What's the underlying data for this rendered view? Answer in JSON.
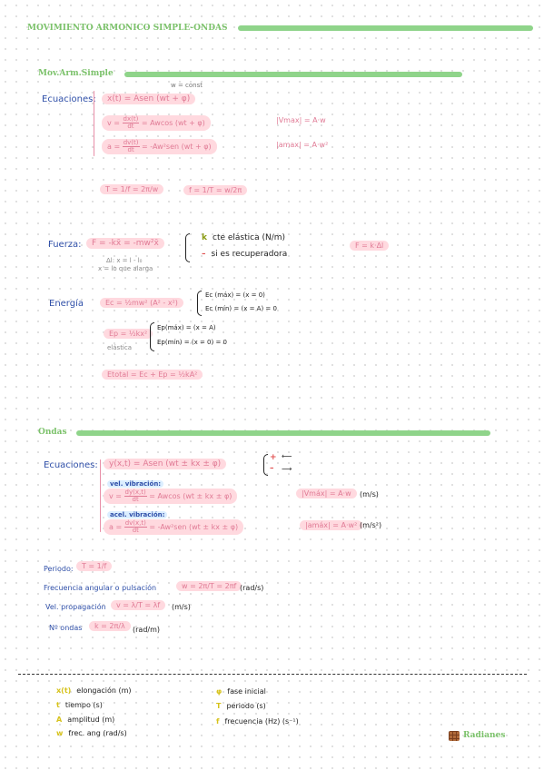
{
  "header": {
    "title": "MOVIMIENTO ARMONICO SIMPLE-ONDAS"
  },
  "mas": {
    "title": "Mov.Arm.Simple",
    "w_const": "w = const",
    "eq_label": "Ecuaciones:",
    "eq_x": "x(t) = Asen (wt + φ)",
    "eq_v_left": "v =",
    "eq_v_num": "dx(t)",
    "eq_v_den": "dt",
    "eq_v_right": "= Awcos (wt + φ)",
    "eq_vmax": "|Vmax| = A·w",
    "eq_a_left": "a =",
    "eq_a_num": "dv(t)",
    "eq_a_den": "dt",
    "eq_a_right": "= -Aw²sen (wt + φ)",
    "eq_amax": "|amax| = A·w²",
    "period": "T = 1/f = 2π/w",
    "freq": "f = 1/T = w/2π",
    "force_label": "Fuerza:",
    "force_eq": "F = -kx̄ = -mw²x̄",
    "force_note1": "Δl: x = l - l₀",
    "force_note2": "x = lo que alarga",
    "force_k_sym": "k",
    "force_k_text": "cte elástica (N/m)",
    "force_minus_sym": "–",
    "force_minus_text": "si es recuperadora",
    "force_alt": "F = k·Δl",
    "energy_label": "Energía",
    "ec_eq": "Ec = ½mw² (A² - x²)",
    "ec_max": "Ec (máx) = (x = 0)",
    "ec_min": "Ec (mín) = (x = A) = 0",
    "ep_eq": "Ep = ½kx²",
    "ep_note": "elástica",
    "ep_max": "Ep(máx) = (x = A)",
    "ep_min": "Ep(mín) = (x = 0) = 0",
    "etotal": "Etotal = Ec + Ep = ½kA²"
  },
  "ondas": {
    "title": "Ondas",
    "eq_label": "Ecuaciones:",
    "eq_y": "y(x,t) = Asen (wt ± kx ± φ)",
    "sign_plus": "+",
    "sign_minus": "–",
    "vel_label": "vel. vibración:",
    "eq_v_left": "v =",
    "eq_v_num": "dy(x,t)",
    "eq_v_den": "dt",
    "eq_v_right": "= Awcos (wt ± kx ± φ)",
    "eq_vmax": "|Vmáx| = A·w",
    "eq_vmax_unit": "(m/s)",
    "acel_label": "acel. vibración:",
    "eq_a_left": "a =",
    "eq_a_num": "dv(x,t)",
    "eq_a_den": "dt",
    "eq_a_right": "= -Aw²sen (wt ± kx ± φ)",
    "eq_amax": "|amáx| = A·w²",
    "eq_amax_unit": "(m/s²)",
    "periodo_label": "Periodo:",
    "periodo_eq": "T = 1/f",
    "frec_label": "Frecuencia angular o pulsación",
    "frec_eq": "w = 2π/T = 2πf",
    "frec_unit": "(rad/s)",
    "vprop_label": "Vel. propagación",
    "vprop_eq": "v = λ/T = λf",
    "vprop_unit": "(m/s)",
    "nondas_label": "Nº ondas",
    "nondas_eq": "k = 2π/λ",
    "nondas_unit": "(rad/m)"
  },
  "legend": {
    "left": [
      {
        "sym": "x(t)",
        "text": "elongación (m)",
        "color": "#d6c21a"
      },
      {
        "sym": "t",
        "text": "tiempo (s)",
        "color": "#d6c21a"
      },
      {
        "sym": "A",
        "text": "amplitud (m)",
        "color": "#d6c21a"
      },
      {
        "sym": "w",
        "text": "frec. ang (rad/s)",
        "color": "#d6c21a"
      }
    ],
    "right": [
      {
        "sym": "φ",
        "text": "fase inicial",
        "color": "#d6c21a"
      },
      {
        "sym": "T",
        "text": "periodo (s)",
        "color": "#d6c21a"
      },
      {
        "sym": "f",
        "text": "frecuencia (Hz) (s⁻¹)",
        "color": "#d6c21a"
      }
    ]
  },
  "footer": {
    "badge": "Radianes"
  }
}
